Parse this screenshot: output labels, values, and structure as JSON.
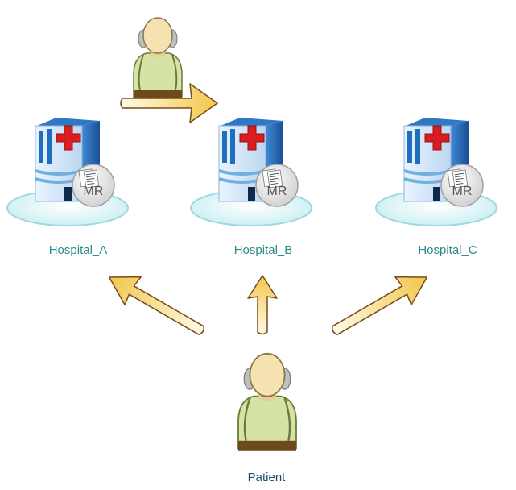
{
  "hospitals": [
    {
      "name": "Hospital_A",
      "record_badge": "MR"
    },
    {
      "name": "Hospital_B",
      "record_badge": "MR"
    },
    {
      "name": "Hospital_C",
      "record_badge": "MR"
    }
  ],
  "patient": {
    "label": "Patient"
  },
  "colors": {
    "label_hospital": "#2b8b8b",
    "label_patient": "#1d4a6b",
    "arrow_fill": "#f7d676",
    "arrow_edge": "#7a4a1a",
    "cross_red": "#d81e1e",
    "building_blue": "#1f6fc0",
    "skin": "#f5e2b0",
    "shirt": "#d5e3a5",
    "pants": "#6d4a1d",
    "base_cyan": "#c9eef2"
  }
}
